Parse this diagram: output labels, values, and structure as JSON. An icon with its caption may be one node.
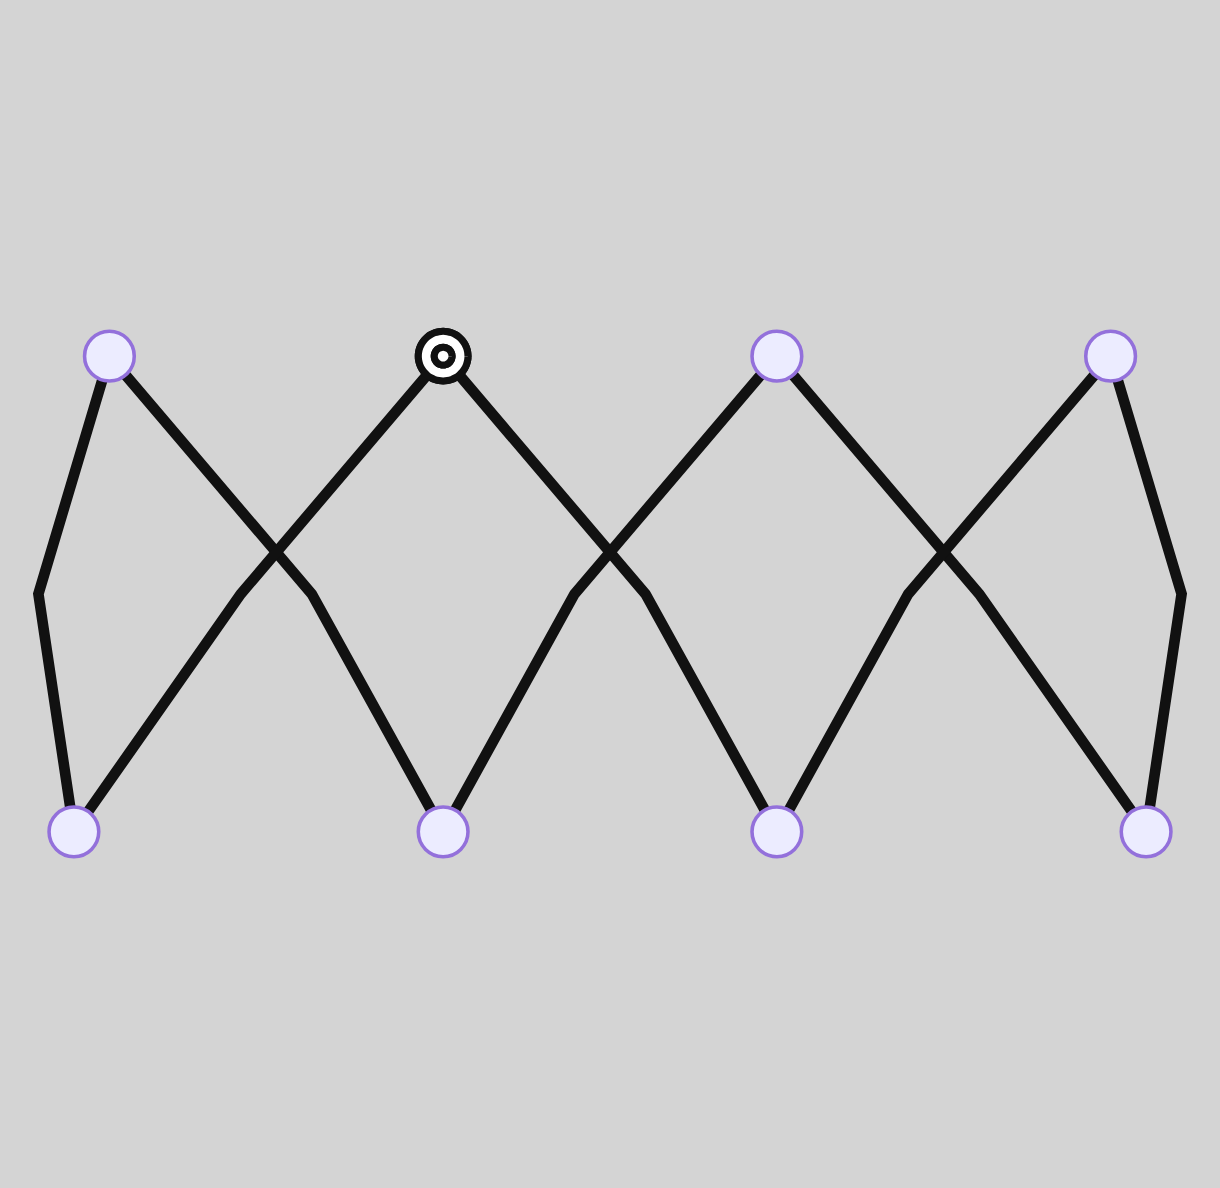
{
  "diagram": {
    "nodes": [
      {
        "text": [],
        "shape": "circle"
      },
      {
        "text": [],
        "shape": "circle"
      },
      {
        "text": [],
        "shape": "circle"
      },
      {
        "text": [],
        "shape": "circle"
      },
      {
        "text": [],
        "shape": "circle"
      },
      {
        "text": [],
        "shape": "circle"
      },
      {
        "text": [],
        "shape": "circle"
      },
      {
        "text": [],
        "shape": "circle"
      }
    ],
    "edges": [
      {
        "from": 0,
        "to": 2,
        "arrow": "none"
      },
      {
        "from": 0,
        "to": 3,
        "arrow": "none"
      },
      {
        "from": 1,
        "to": 2,
        "arrow": "none"
      },
      {
        "from": 1,
        "to": 4,
        "arrow": "none"
      },
      {
        "from": 6,
        "to": 3,
        "arrow": "none"
      },
      {
        "from": 6,
        "to": 5,
        "arrow": "none"
      },
      {
        "from": 7,
        "to": 5,
        "arrow": "none"
      },
      {
        "from": 7,
        "to": 4,
        "arrow": "none"
      }
    ]
  }
}
